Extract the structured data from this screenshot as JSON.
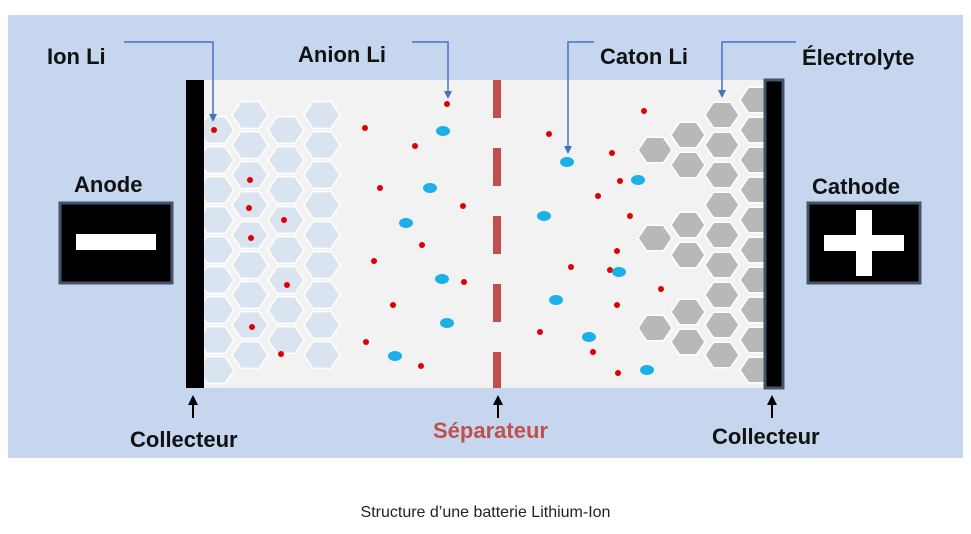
{
  "labels": {
    "ion_li": "Ion Li",
    "anion_li": "Anion Li",
    "caton_li": "Caton Li",
    "electrolyte": "Électrolyte",
    "anode": "Anode",
    "cathode": "Cathode",
    "collector_left": "Collecteur",
    "separator": "Séparateur",
    "collector_right": "Collecteur"
  },
  "caption": "Structure d’une batterie Lithium-Ion",
  "colors": {
    "panel_bg": "#c5d6ee",
    "cell_bg": "#f2f2f2",
    "collector": "#000000",
    "separator": "#c0504d",
    "anode_hex_fill": "#dae3f0",
    "cathode_hex_fill": "#b8b8b8",
    "ion_dot": "#e00000",
    "anion_dot": "#1ab0e8",
    "leader_line": "#4472c4",
    "electrode_box": "#000000",
    "electrode_box_border": "#44546a",
    "separator_text": "#c0504d"
  },
  "icons": {
    "anode_sign": "minus-sign-icon",
    "cathode_sign": "plus-sign-icon"
  }
}
